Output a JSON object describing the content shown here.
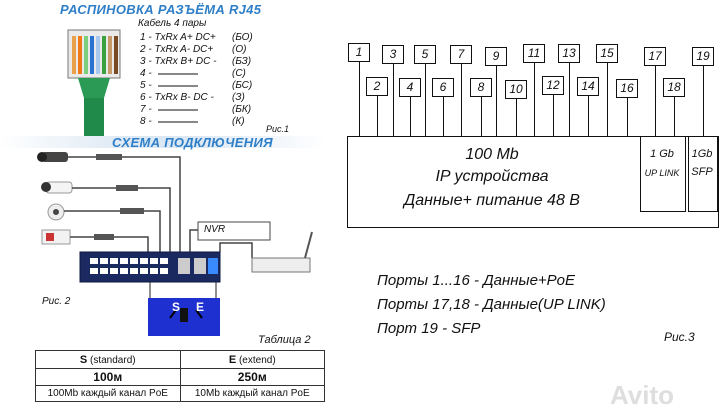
{
  "left": {
    "title_pinout": "РАСПИНОВКА РАЗЪЁМА RJ45",
    "cable_label": "Кабель 4 пары",
    "pins": [
      {
        "label": "1 - TxRx A+  DC+",
        "code": "(БО)"
      },
      {
        "label": "2 - TxRx A-  DC+",
        "code": "(О)"
      },
      {
        "label": "3 - TxRx B+  DC -",
        "code": "(БЗ)"
      },
      {
        "label": "4 -",
        "code": "(С)"
      },
      {
        "label": "5 -",
        "code": "(БС)"
      },
      {
        "label": "6 - TxRx B-   DC -",
        "code": "(З)"
      },
      {
        "label": "7 -",
        "code": "(БК)"
      },
      {
        "label": "8 -",
        "code": "(К)"
      }
    ],
    "fig1": "Рис.1",
    "title_scheme": "СХЕМА ПОДКЛЮЧЕНИЯ",
    "nvr_label": "NVR",
    "fig2": "Рис. 2",
    "switch_s": "S",
    "switch_e": "E",
    "table_caption": "Таблица 2",
    "table": {
      "headers": [
        {
          "main": "S",
          "sub": "(standard)"
        },
        {
          "main": "E",
          "sub": "(extend)"
        }
      ],
      "distance": [
        "100м",
        "250м"
      ],
      "desc": [
        "100Mb каждый канал PoE",
        "10Mb каждый канал PoE"
      ]
    }
  },
  "right": {
    "ports_top": [
      "1",
      "3",
      "5",
      "7",
      "9",
      "11",
      "13",
      "15",
      "17",
      "19"
    ],
    "ports_bottom": [
      "2",
      "4",
      "6",
      "8",
      "10",
      "12",
      "14",
      "16",
      "18"
    ],
    "main_box": {
      "line1": "100 Mb",
      "line2": "IP устройства",
      "line3": "Данные+ питание 48 В"
    },
    "gb_box": {
      "line1": "1 Gb",
      "line2": "UP LINK"
    },
    "sfp_box": {
      "line1": "1Gb",
      "line2": "SFP"
    },
    "legend": [
      "Порты 1...16 - Данные+PoE",
      "Порты 17,18 - Данные(UP LINK)",
      "Порт 19 - SFP"
    ],
    "fig3": "Рис.3"
  },
  "watermark": "Avito"
}
